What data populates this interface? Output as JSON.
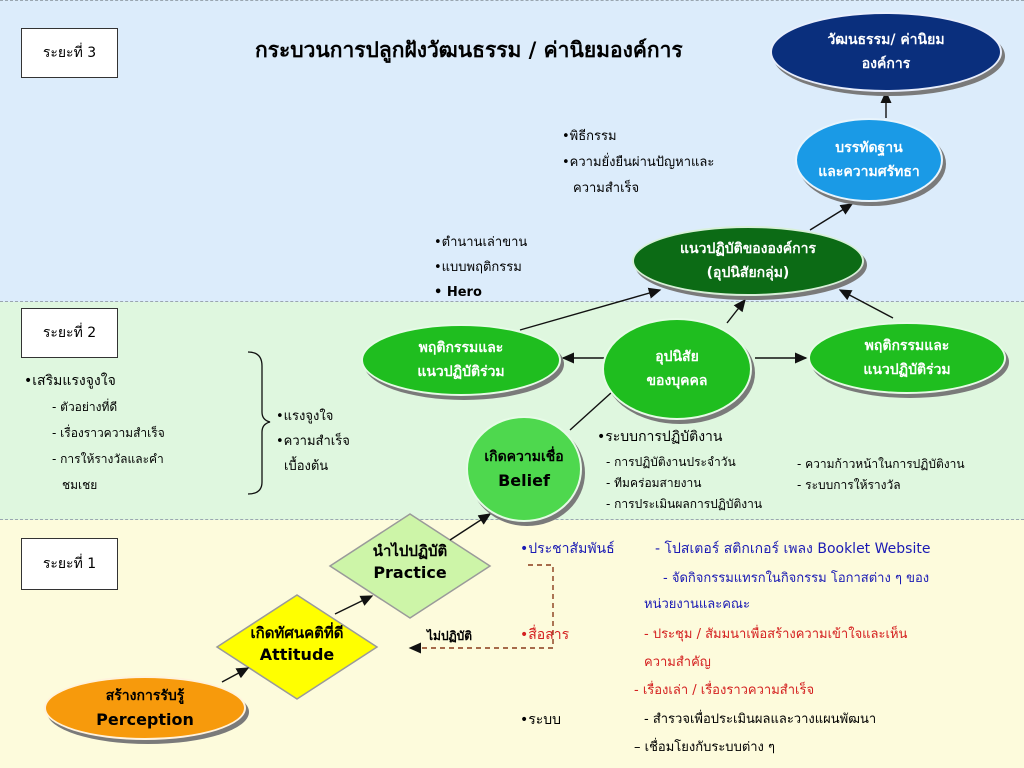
{
  "title": "กระบวนการปลูกฝังวัฒนธรรม / ค่านิยมองค์การ",
  "stages": {
    "stage3": "ระยะที่ 3",
    "stage2": "ระยะที่ 2",
    "stage1": "ระยะที่ 1"
  },
  "nodes": {
    "culture": [
      "วัฒนธรรม/ ค่านิยม",
      "องค์การ"
    ],
    "norms": [
      "บรรทัดฐาน",
      "และความศรัทธา"
    ],
    "org_practice": [
      "แนวปฏิบัติขององค์การ",
      "(อุปนิสัยกลุ่ม)"
    ],
    "behavior_left": [
      "พฤติกรรมและ",
      "แนวปฏิบัติร่วม"
    ],
    "habit": [
      "อุปนิสัย",
      "ของบุคคล"
    ],
    "behavior_right": [
      "พฤติกรรมและ",
      "แนวปฏิบัติร่วม"
    ],
    "belief": [
      "เกิดความเชื่อ",
      "Belief"
    ],
    "practice": [
      "นำไปปฏิบัติ",
      "Practice"
    ],
    "attitude": [
      "เกิดทัศนคติที่ดี",
      "Attitude"
    ],
    "perception": [
      "สร้างการรับรู้",
      "Perception"
    ]
  },
  "notes": {
    "rituals": [
      "•พิธีกรรม",
      "•ความยั่งยืนผ่านปัญหาและ",
      "ความสำเร็จ"
    ],
    "legends": [
      "•ตำนานเล่าขาน",
      "•แบบพฤติกรรม",
      "• Hero"
    ],
    "motivation": [
      "•เสริมแรงจูงใจ",
      "- ตัวอย่างที่ดี",
      "- เรื่องราวความสำเร็จ",
      "- การให้รางวัลและคำ",
      "ชมเชย"
    ],
    "encourage": [
      "•แรงจูงใจ",
      "•ความสำเร็จ",
      "เบื้องต้น"
    ],
    "system_title": "•ระบบการปฏิบัติงาน",
    "system_left": [
      "- การปฏิบัติงานประจำวัน",
      "- ทีมคร่อมสายงาน",
      "- การประเมินผลการปฏิบัติงาน"
    ],
    "system_right": [
      "- ความก้าวหน้าในการปฏิบัติงาน",
      "- ระบบการให้รางวัล"
    ],
    "not_practice": "ไม่ปฏิบัติ"
  },
  "stage1_text": {
    "pr_label": "•ประชาสัมพันธ์",
    "pr_line1": "- โปสเตอร์ สติกเกอร์ เพลง Booklet  Website",
    "pr_line2": "- จัดกิจกรรมแทรกในกิจกรรม โอกาสต่าง ๆ ของ",
    "pr_line3": "หน่วยงานและคณะ",
    "comm_label": "•สื่อสาร",
    "comm_line1": "- ประชุม / สัมมนาเพื่อสร้างความเข้าใจและเห็น",
    "comm_line2": "ความสำคัญ",
    "comm_line3": "-  เรื่องเล่า / เรื่องราวความสำเร็จ",
    "sys_label": "•ระบบ",
    "sys_line1": "- สำรวจเพื่อประเมินผลและวางแผนพัฒนา",
    "sys_line2": "– เชื่อมโยงกับระบบต่าง ๆ"
  },
  "colors": {
    "dark_blue": "#0a2f7d",
    "light_blue": "#1a9ae6",
    "dark_green": "#0c6b15",
    "green": "#1fbe1f",
    "yellow": "#ffff00",
    "pale_green": "#cdf5a8",
    "orange": "#f79a0c"
  }
}
